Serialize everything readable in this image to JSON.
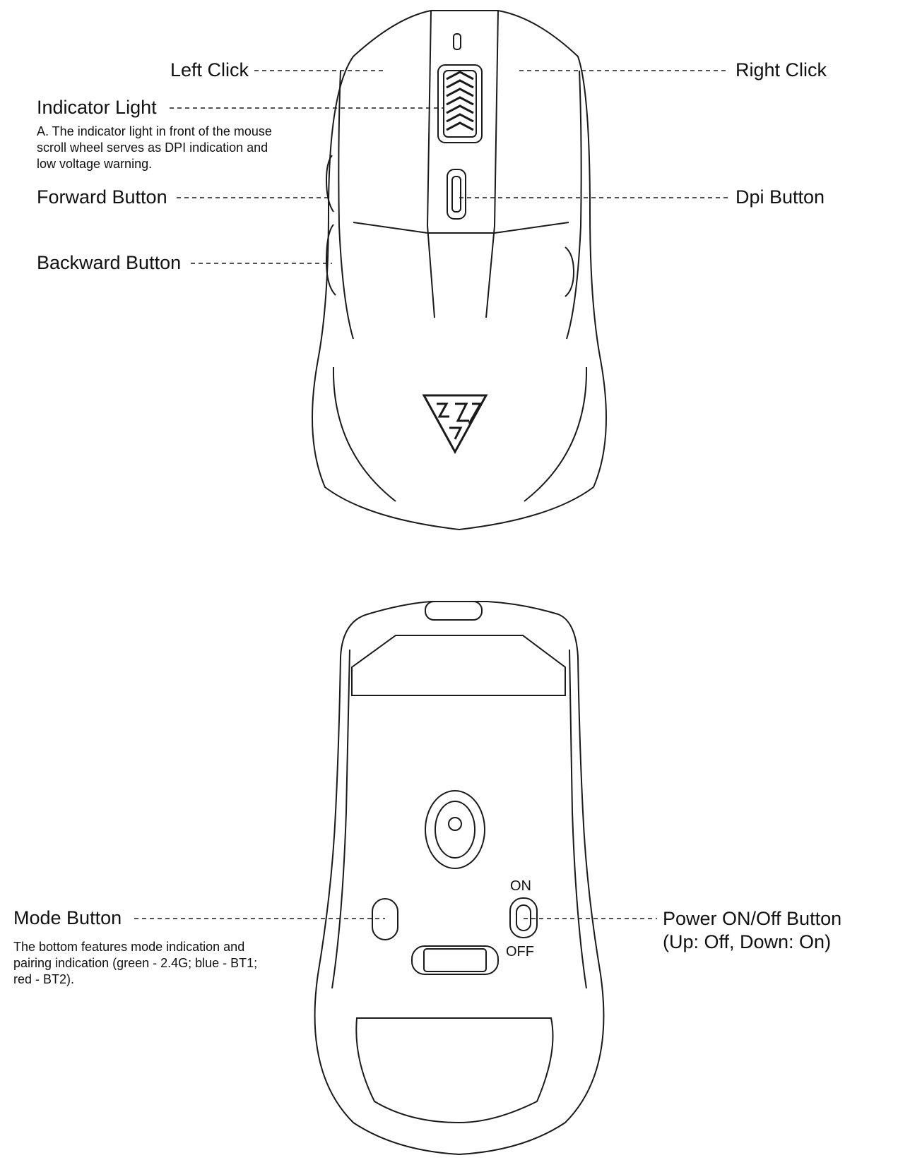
{
  "top_view": {
    "left_click": "Left Click",
    "right_click": "Right Click",
    "indicator_light": "Indicator Light",
    "indicator_desc": [
      "A. The indicator light in front of the mouse",
      "scroll wheel serves as DPI indication and",
      "low voltage warning."
    ],
    "forward_button": "Forward Button",
    "dpi_button": "Dpi Button",
    "backward_button": "Backward Button"
  },
  "bottom_view": {
    "mode_button": "Mode Button",
    "mode_desc": [
      "The bottom features mode indication and",
      "pairing indication (green - 2.4G; blue - BT1;",
      "red - BT2)."
    ],
    "power_button": "Power ON/Off Button",
    "power_sub": "(Up: Off, Down: On)",
    "switch_on": "ON",
    "switch_off": "OFF"
  },
  "logo": {
    "icon": "gamdias-triangle-logo-icon"
  }
}
